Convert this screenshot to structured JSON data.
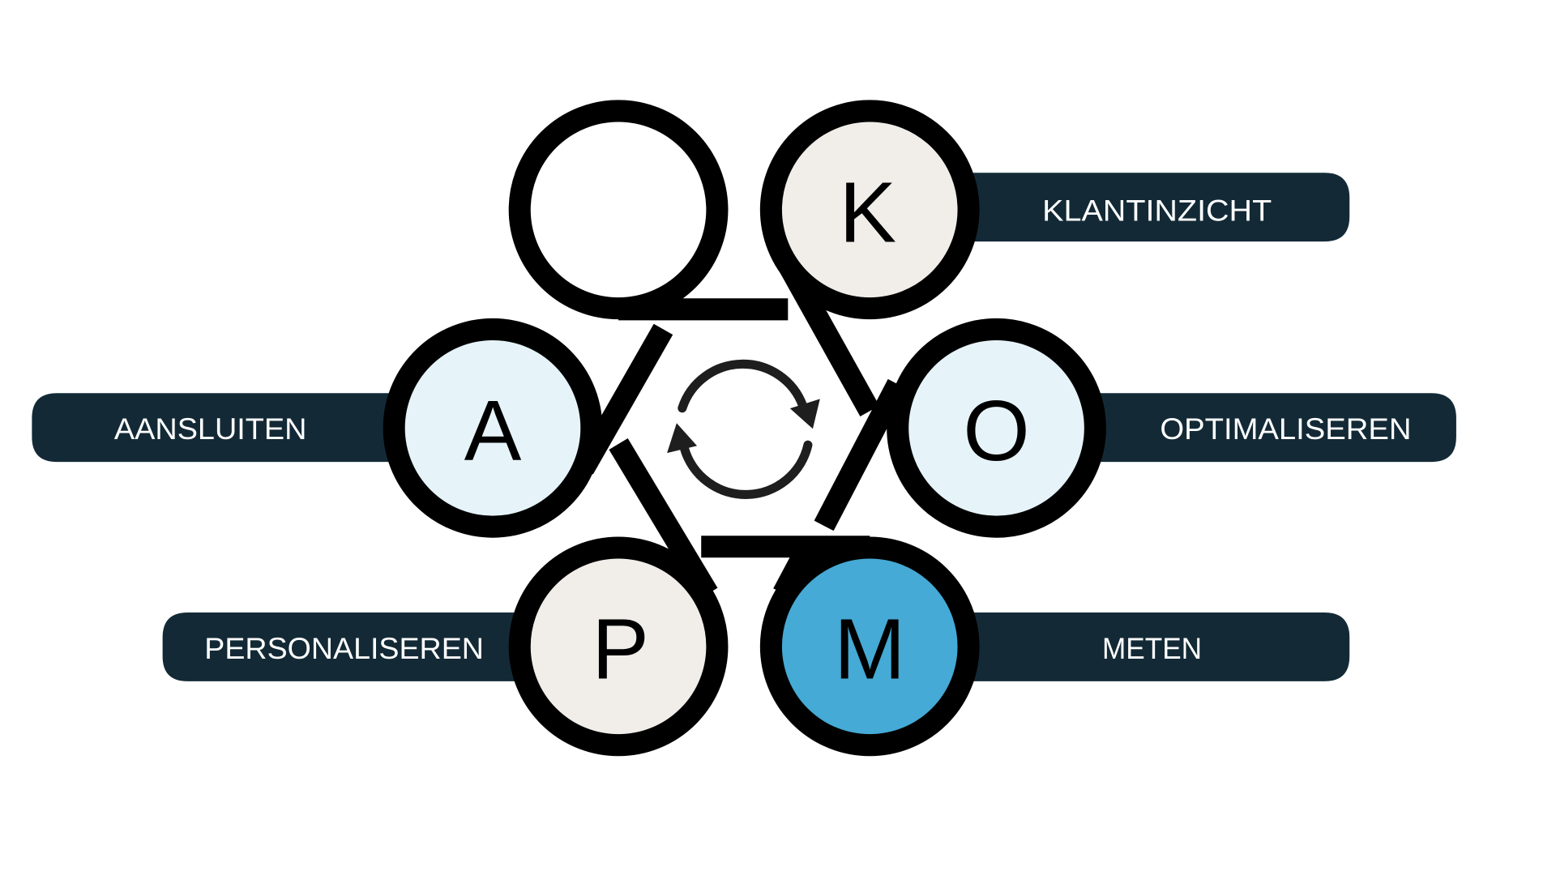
{
  "diagram": {
    "nodes": [
      {
        "letter": "",
        "label": "",
        "fill": "#ffffff"
      },
      {
        "letter": "K",
        "label": "KLANTINZICHT",
        "fill": "#f1eeea"
      },
      {
        "letter": "A",
        "label": "AANSLUITEN",
        "fill": "#e6f4fa"
      },
      {
        "letter": "O",
        "label": "OPTIMALISEREN",
        "fill": "#e6f4fa"
      },
      {
        "letter": "P",
        "label": "PERSONALISEREN",
        "fill": "#f1eeea"
      },
      {
        "letter": "M",
        "label": "METEN",
        "fill": "#45aad5"
      }
    ],
    "center_icon": "cycle-arrows-icon",
    "bar_color": "#132a36"
  }
}
